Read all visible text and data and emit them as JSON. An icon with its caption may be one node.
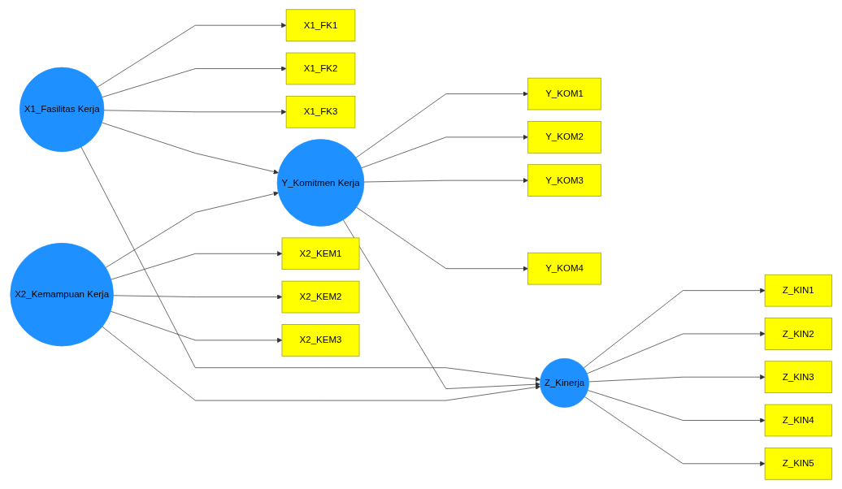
{
  "diagram": {
    "nodes": [
      {
        "text": [
          "X1_FK1"
        ]
      },
      {
        "text": [
          "X1_FK2"
        ]
      },
      {
        "text": [
          "X1_FK3"
        ]
      },
      {
        "text": [
          "X1_Fasilitas Kerja"
        ]
      },
      {
        "text": [
          "Y_KOM1"
        ]
      },
      {
        "text": [
          "Y_KOM2"
        ]
      },
      {
        "text": [
          "Y_KOM3"
        ]
      },
      {
        "text": [
          "Y_KOM4"
        ]
      },
      {
        "text": [
          "Y_Komitmen Kerja"
        ]
      },
      {
        "text": [
          "Z_Kinerja"
        ]
      },
      {
        "text": [
          "Z_KIN1"
        ]
      },
      {
        "text": [
          "Z_KIN2"
        ]
      },
      {
        "text": [
          "Z_KIN3"
        ]
      },
      {
        "text": [
          "Z_KIN4"
        ]
      },
      {
        "text": [
          "Z_KIN5"
        ]
      },
      {
        "text": [
          "X2_KEM1"
        ]
      },
      {
        "text": [
          "X2_KEM2"
        ]
      },
      {
        "text": [
          "X2_KEM3"
        ]
      },
      {
        "text": [
          "X2_Kemampuan Kerja"
        ]
      }
    ],
    "edges": [
      {
        "from": 3,
        "to": 0,
        "arrow": "to"
      },
      {
        "from": 3,
        "to": 1,
        "arrow": "to"
      },
      {
        "from": 3,
        "to": 2,
        "arrow": "to"
      },
      {
        "from": 3,
        "to": 8,
        "arrow": "to"
      },
      {
        "from": 3,
        "to": 9,
        "arrow": "to"
      },
      {
        "from": 8,
        "to": 4,
        "arrow": "to"
      },
      {
        "from": 8,
        "to": 5,
        "arrow": "to"
      },
      {
        "from": 8,
        "to": 6,
        "arrow": "to"
      },
      {
        "from": 8,
        "to": 7,
        "arrow": "to"
      },
      {
        "from": 8,
        "to": 9,
        "arrow": "to"
      },
      {
        "from": 9,
        "to": 10,
        "arrow": "to"
      },
      {
        "from": 9,
        "to": 11,
        "arrow": "to"
      },
      {
        "from": 9,
        "to": 12,
        "arrow": "to"
      },
      {
        "from": 9,
        "to": 13,
        "arrow": "to"
      },
      {
        "from": 9,
        "to": 14,
        "arrow": "to"
      },
      {
        "from": 18,
        "to": 15,
        "arrow": "to"
      },
      {
        "from": 18,
        "to": 16,
        "arrow": "to"
      },
      {
        "from": 18,
        "to": 17,
        "arrow": "to"
      },
      {
        "from": 18,
        "to": 8,
        "arrow": "to"
      },
      {
        "from": 18,
        "to": 9,
        "arrow": "to"
      }
    ]
  }
}
